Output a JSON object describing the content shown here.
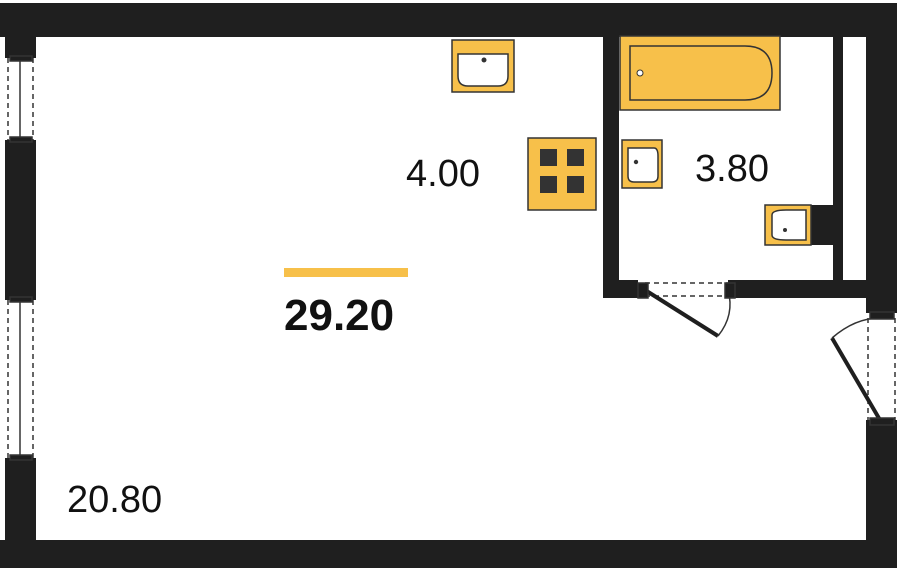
{
  "plan": {
    "total_area": "29.20",
    "rooms": [
      {
        "id": "living-room",
        "area": "20.80"
      },
      {
        "id": "kitchen",
        "area": "4.00"
      },
      {
        "id": "bathroom",
        "area": "3.80"
      }
    ]
  },
  "colors": {
    "wall": "#1f1f1f",
    "fixture_fill": "#f7c04a",
    "fixture_stroke": "#333333",
    "accent_bar": "#f7c04a",
    "background": "#ffffff"
  },
  "fixtures": [
    "kitchen-sink-icon",
    "stove-icon",
    "bathtub-icon",
    "bathroom-sink-icon",
    "toilet-icon"
  ],
  "openings": [
    "window-left-upper",
    "window-left-lower",
    "bathroom-door",
    "entrance-door"
  ]
}
